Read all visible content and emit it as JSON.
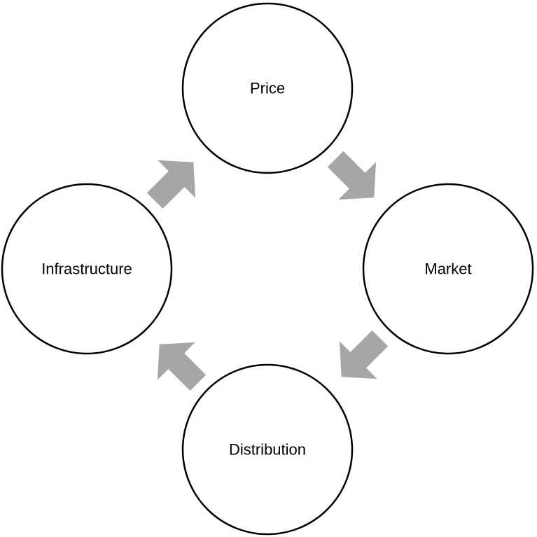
{
  "diagram": {
    "type": "cycle",
    "nodes": [
      {
        "id": "price",
        "label": "Price"
      },
      {
        "id": "market",
        "label": "Market"
      },
      {
        "id": "distribution",
        "label": "Distribution"
      },
      {
        "id": "infrastructure",
        "label": "Infrastructure"
      }
    ],
    "edges": [
      {
        "from": "price",
        "to": "market"
      },
      {
        "from": "market",
        "to": "distribution"
      },
      {
        "from": "distribution",
        "to": "infrastructure"
      },
      {
        "from": "infrastructure",
        "to": "price"
      }
    ],
    "colors": {
      "arrow": "#a6a6a6",
      "circle_stroke": "#000000",
      "circle_fill": "#ffffff",
      "text": "#000000"
    }
  }
}
